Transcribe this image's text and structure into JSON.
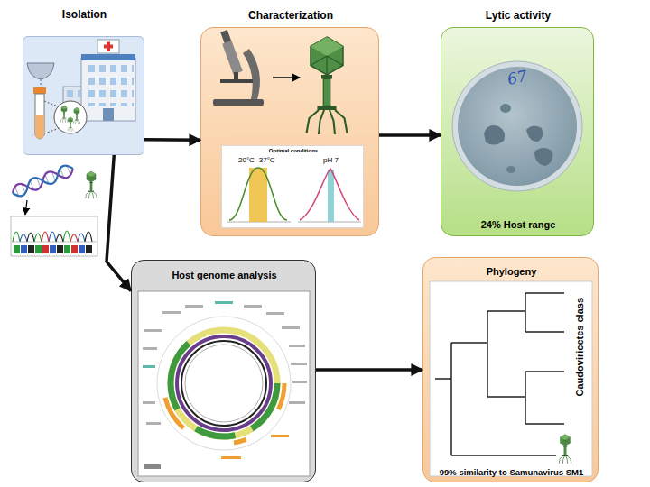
{
  "diagram": {
    "nodes": [
      {
        "text": [
          "Isolation"
        ]
      },
      {
        "text": [
          "Characterization"
        ]
      },
      {
        "text": [
          "Optimal conditions",
          "20°C- 37°C",
          "pH 7"
        ],
        "in": 1
      },
      {
        "text": [
          "Lytic activity",
          "24% Host range"
        ]
      },
      {
        "text": [
          "Host genome analysis"
        ]
      },
      {
        "text": [
          "Phylogeny",
          "Caudoviricetes class",
          "99% similarity to Samunavirus SM1"
        ]
      }
    ],
    "edges": [
      {
        "from": 0,
        "to": 1,
        "arrow": "to"
      },
      {
        "from": 1,
        "to": 3,
        "arrow": "to"
      },
      {
        "from": 0,
        "to": 4,
        "arrow": "to"
      },
      {
        "from": 4,
        "to": 5,
        "arrow": "to"
      }
    ],
    "labels": [
      "67"
    ]
  }
}
